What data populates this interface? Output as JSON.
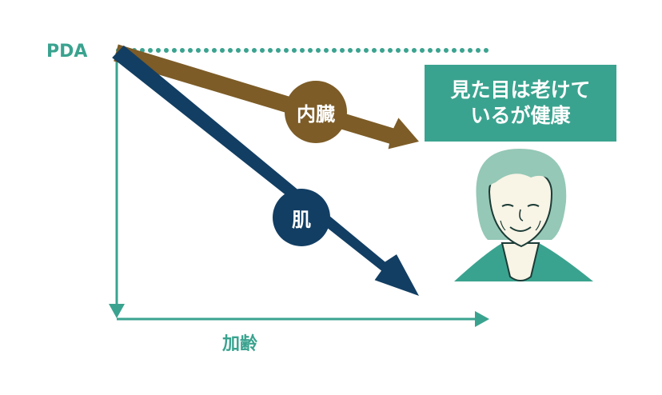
{
  "axes": {
    "y_label": "PDA",
    "x_label": "加齢"
  },
  "arrows": [
    {
      "name": "内臓",
      "label": "内臓",
      "color": "#7d5c27"
    },
    {
      "name": "肌",
      "label": "肌",
      "color": "#123e63"
    }
  ],
  "callout": {
    "line1": "見た目は老けて",
    "line2": "いるが健康"
  },
  "colors": {
    "axis": "#3aa38f",
    "callout_bg": "#3aa38f",
    "naizo": "#7d5c27",
    "hada": "#123e63"
  },
  "icons": [
    "elderly-woman-icon"
  ]
}
